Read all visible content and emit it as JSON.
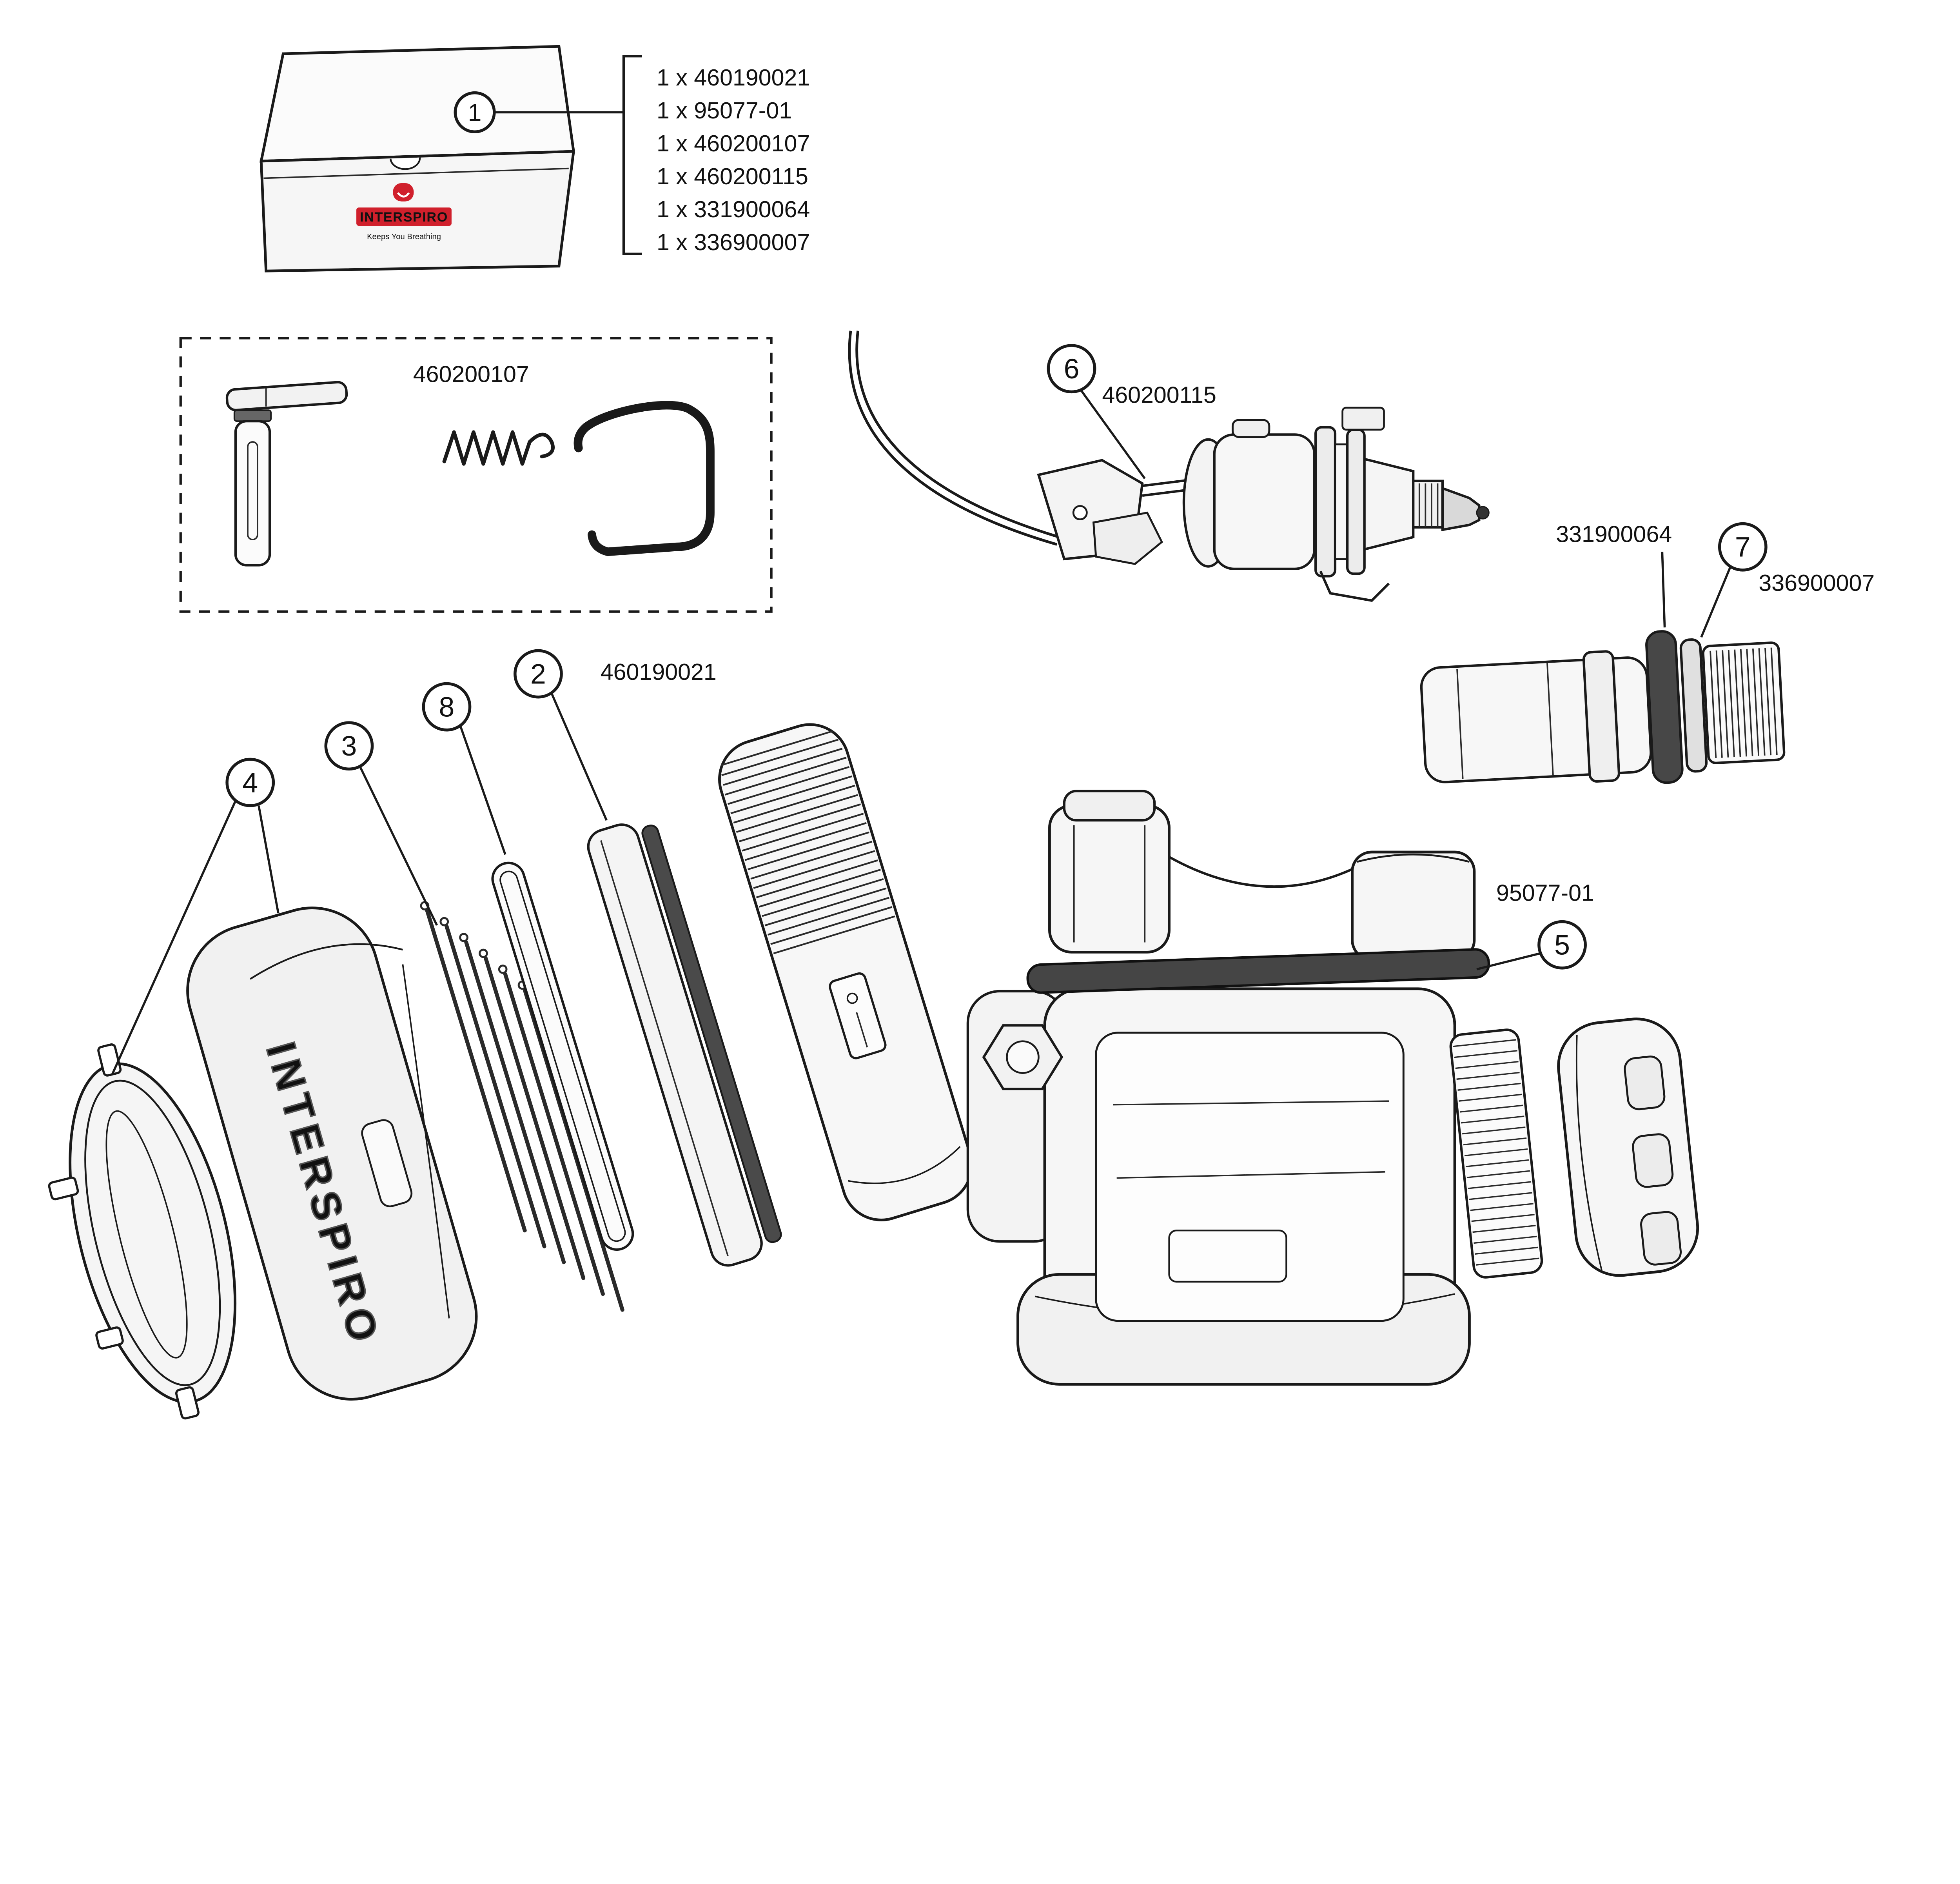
{
  "brand": {
    "name": "INTERSPIRO",
    "tagline": "Keeps You Breathing",
    "red": "#d0202c"
  },
  "box": {
    "callout": "1",
    "contents": [
      "1 x 460190021",
      "1 x 95077-01",
      "1 x 460200107",
      "1 x 460200115",
      "1 x 331900064",
      "1 x 336900007"
    ]
  },
  "kit": {
    "label": "460200107"
  },
  "valve": {
    "callout": "6",
    "label": "460200115"
  },
  "adapter": {
    "callout": "7",
    "oring_label": "331900064",
    "label": "336900007"
  },
  "filter_plate": {
    "callout": "2",
    "label": "460190021"
  },
  "housing": {
    "callout": "5",
    "oring_label": "95077-01"
  },
  "cover": {
    "callout": "4"
  },
  "springs": {
    "callout": "3"
  },
  "gasket": {
    "callout": "8"
  },
  "canister": {
    "brand_text": "INTERSPIRO"
  }
}
